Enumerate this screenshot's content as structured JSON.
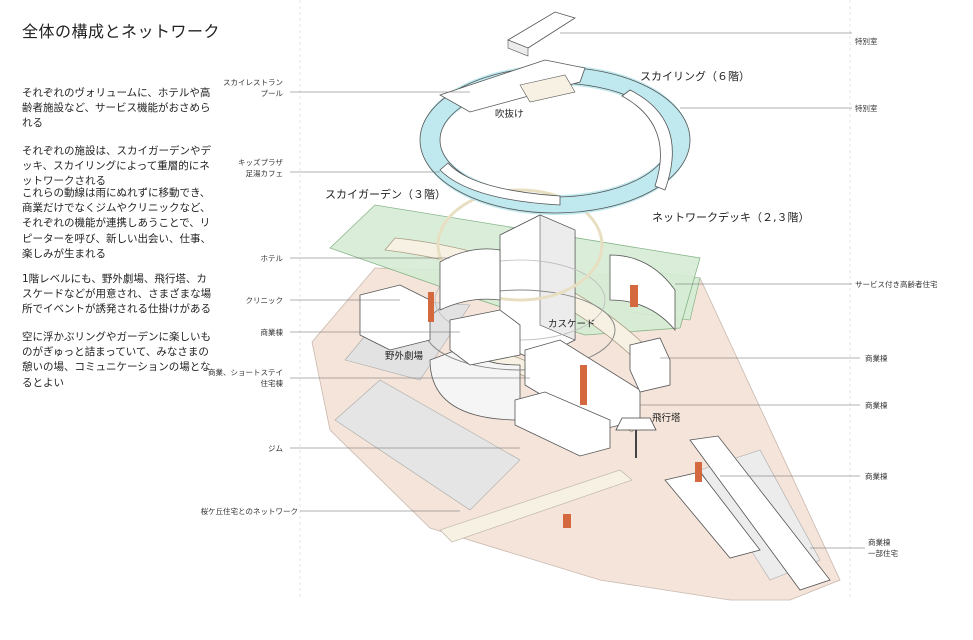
{
  "title": "全体の構成とネットワーク",
  "paragraphs": [
    "それぞれのヴォリュームに、ホテルや高齢者施設など、サービス機能がおさめられる",
    "それぞれの施設は、スカイガーデンやデッキ、スカイリングによって重層的にネットワークされる",
    "これらの動線は雨にぬれずに移動でき、商業だけでなくジムやクリニックなど、それぞれの機能が連携しあうことで、リピーターを呼び、新しい出会い、仕事、楽しみが生まれる",
    "1階レベルにも、野外劇場、飛行塔、カスケードなどが用意され、さまざまな場所でイベントが誘発される仕掛けがある",
    "空に浮かぶリングやガーデンに楽しいものがぎゅっと詰まっていて、みなさまの憩いの場、コミュニケーションの場となるとよい"
  ],
  "left_labels": {
    "sky_restaurant": "スカイレストラン",
    "pool": "プール",
    "kids_plaza": "キッズプラザ",
    "footbath_cafe": "足湯カフェ",
    "hotel": "ホテル",
    "clinic": "クリニック",
    "commercial": "商業棟",
    "commercial_short_stay": "商業、ショートステイ",
    "housing": "住宅棟",
    "gym": "ジム",
    "sakuragaoka_network": "桜ケ丘住宅とのネットワーク"
  },
  "right_labels": {
    "special_room_1": "特別室",
    "special_room_2": "特別室",
    "elderly_housing": "サービス付き高齢者住宅",
    "commercial_1": "商業棟",
    "commercial_2": "商業棟",
    "commercial_3": "商業棟",
    "commercial_4": "商業棟",
    "partial_housing": "一部住宅"
  },
  "big_labels": {
    "sky_ring": "スカイリング（６階）",
    "atrium": "吹抜け",
    "sky_garden": "スカイガーデン（３階）",
    "network_deck": "ネットワークデッキ（２,３階）",
    "cascade": "カスケード",
    "outdoor_theater": "野外劇場",
    "flying_tower": "飛行塔"
  },
  "colors": {
    "ring_cyan": "#bfe9ef",
    "garden_green": "#d6ecd4",
    "ground_pink": "#f4e4da",
    "deck_cream": "#f6f1e2",
    "accent_red": "#d4683e"
  }
}
